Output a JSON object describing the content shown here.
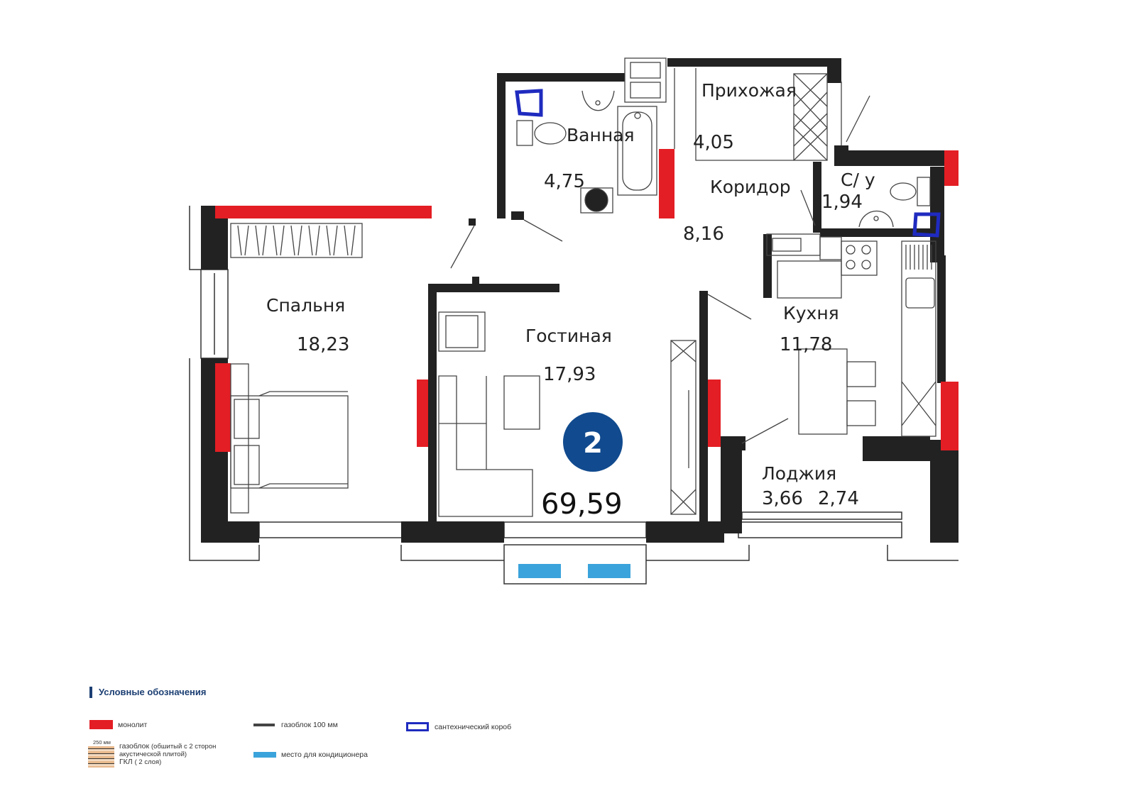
{
  "plan": {
    "total_area": "69,59",
    "rooms_count": "2",
    "rooms": {
      "bathroom": {
        "name": "Ванная",
        "area": "4,75"
      },
      "hall": {
        "name": "Прихожая",
        "area": "4,05"
      },
      "corridor": {
        "name": "Коридор",
        "area": "8,16"
      },
      "wc": {
        "name": "С/ у",
        "area": "1,94"
      },
      "bedroom": {
        "name": "Спальня",
        "area": "18,23"
      },
      "living": {
        "name": "Гостиная",
        "area": "17,93"
      },
      "kitchen": {
        "name": "Кухня",
        "area": "11,78"
      },
      "loggia": {
        "name": "Лоджия",
        "area": "3,66",
        "area_alt": "2,74"
      }
    }
  },
  "legend": {
    "title": "Условные обозначения",
    "monolith": "монолит",
    "gasblock_100": "газоблок 100 мм",
    "plumbing_box": "сантехнический короб",
    "gasblock_250_size": "250 мм",
    "gasblock_250_l1": "газоблок",
    "gasblock_250_note1": "(обшитый с 2 сторон",
    "gasblock_250_note2": "акустической плитой)",
    "gkl": "ГКЛ",
    "gkl_note": "( 2 слоя)",
    "ac_place": "место для кондиционера"
  },
  "colors": {
    "wall": "#222222",
    "monolith": "#e31e24",
    "plumbing_box": "#1f2bbf",
    "ac": "#3ba3db",
    "badge": "#114a8e",
    "legend_title": "#1c3f73"
  }
}
